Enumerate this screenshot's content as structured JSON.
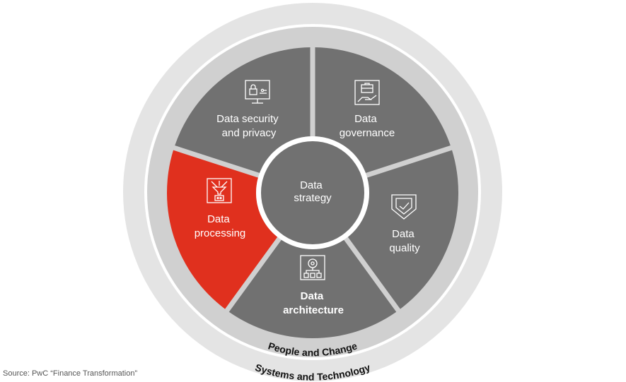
{
  "center": {
    "lines": [
      "Data",
      "strategy"
    ]
  },
  "segments": [
    {
      "id": "security",
      "lines": [
        "Data security",
        "and privacy"
      ],
      "icon": "lock-monitor-icon",
      "highlight": false
    },
    {
      "id": "governance",
      "lines": [
        "Data",
        "governance"
      ],
      "icon": "briefcase-hand-icon",
      "highlight": false
    },
    {
      "id": "quality",
      "lines": [
        "Data",
        "quality"
      ],
      "icon": "shield-check-icon",
      "highlight": false
    },
    {
      "id": "architecture",
      "lines": [
        "Data",
        "architecture"
      ],
      "icon": "hierarchy-icon",
      "highlight": true
    },
    {
      "id": "processing",
      "lines": [
        "Data",
        "processing"
      ],
      "icon": "funnel-robot-icon",
      "highlight": false
    }
  ],
  "rings": {
    "inner": "People and Change",
    "outer": "Systems and Technology"
  },
  "source": "Source: PwC “Finance Transformation”",
  "colors": {
    "segment": "#717171",
    "highlight": "#e0301e",
    "ring_inner": "#d0d0d0",
    "ring_outer": "#e4e4e4",
    "text": "#ffffff"
  }
}
